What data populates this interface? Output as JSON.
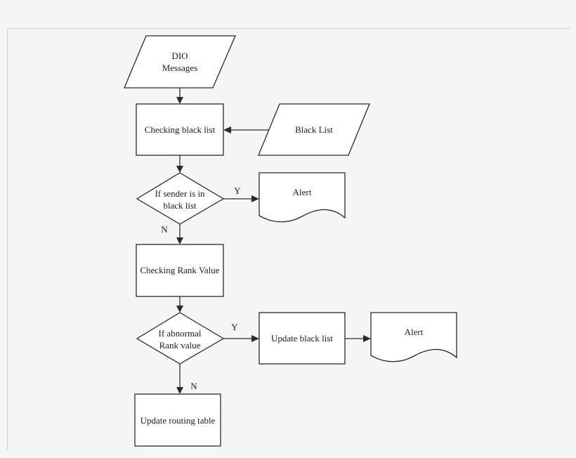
{
  "flowchart": {
    "dio_input": {
      "line1": "DIO",
      "line2": "Messages"
    },
    "check_black_list": "Checking black list",
    "black_list_input": "Black List",
    "decision_sender": {
      "line1": "If sender is in",
      "line2": "black list"
    },
    "alert_1": "Alert",
    "check_rank": "Checking Rank Value",
    "decision_rank": {
      "line1": "If abnormal",
      "line2": "Rank value"
    },
    "update_black_list": "Update black list",
    "alert_2": "Alert",
    "update_routing": "Update routing table",
    "labels": {
      "yes": "Y",
      "no": "N"
    }
  }
}
